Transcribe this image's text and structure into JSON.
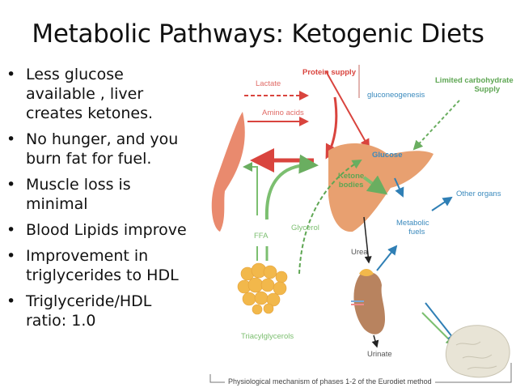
{
  "slide": {
    "title": "Metabolic Pathways: Ketogenic Diets",
    "bullets": [
      {
        "lines": [
          "Less glucose",
          "available , liver",
          "creates ketones."
        ]
      },
      {
        "lines": [
          "No hunger, and you",
          "burn fat for fuel."
        ]
      },
      {
        "lines": [
          "Muscle loss is",
          "minimal"
        ]
      },
      {
        "lines": [
          "Blood Lipids improve"
        ]
      },
      {
        "lines": [
          "Improvement in",
          "triglycerides to HDL"
        ]
      },
      {
        "lines": [
          "Triglyceride/HDL",
          "ratio: 1.0"
        ]
      }
    ],
    "bullet_glyph": "•"
  },
  "diagram": {
    "labels": {
      "protein_supply": "Protein supply",
      "lactate": "Lactate",
      "amino_acids": "Amino acids",
      "gluconeogenesis": "gluconeogenesis",
      "limited_carb_line1": "Limited carbohydrate",
      "limited_carb_line2": "Supply",
      "glucose": "Glucose",
      "ketone_line1": "Ketone",
      "ketone_line2": "bodies",
      "other_organs": "Other organs",
      "metabolic_line1": "Metabolic",
      "metabolic_line2": "fuels",
      "glycerol": "Glycerol",
      "ffa": "FFA",
      "urea": "Urea",
      "triacylglycerols": "Triacylglycerols",
      "urinate": "Urinate"
    },
    "caption": "Physiological mechanism of phases 1-2 of the Eurodiet method",
    "colors": {
      "protein_red": "#d9443e",
      "carb_green": "#5ea653",
      "fuel_blue": "#2f7fb5",
      "liver": "#e8a070",
      "fat": "#f2b84b",
      "kidney": "#b8835f",
      "brain": "#e8e4d6",
      "muscle": "#e98a6e"
    }
  }
}
